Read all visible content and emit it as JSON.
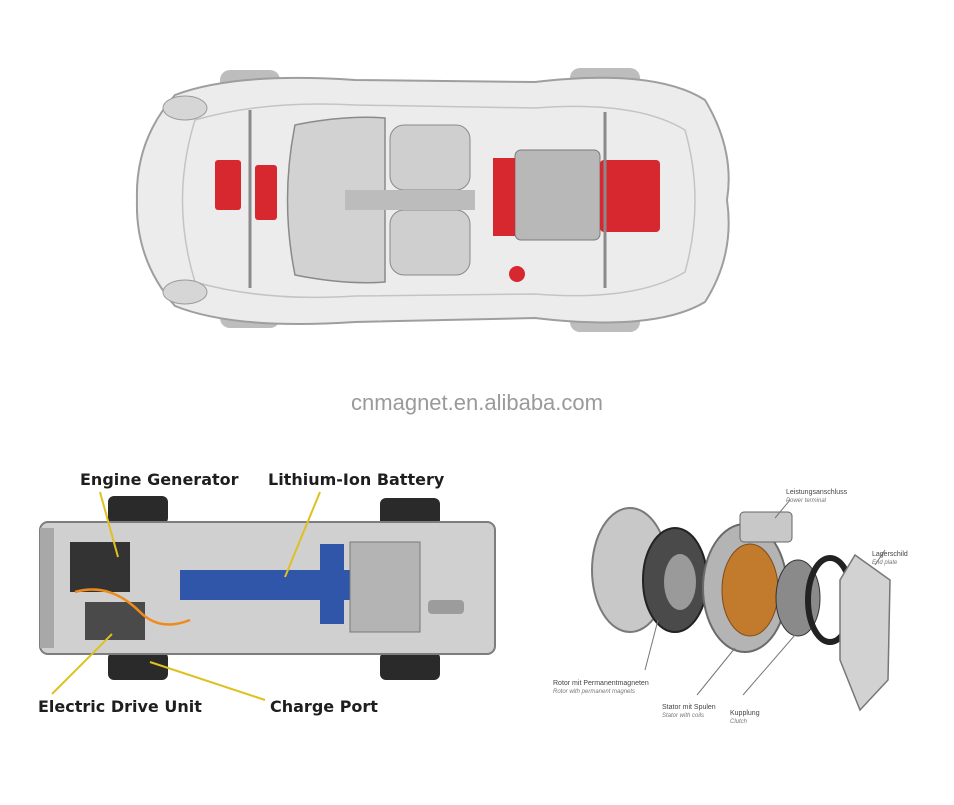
{
  "watermark": "cnmagnet.en.alibaba.com",
  "chassis_labels": {
    "engine_generator": "Engine Generator",
    "battery": "Lithium-Ion Battery",
    "drive_unit": "Electric Drive Unit",
    "charge_port": "Charge Port"
  },
  "motor_labels": {
    "power_terminal_de": "Leistungsanschluss",
    "power_terminal_en": "Power terminal",
    "end_plate_de": "Lagerschild",
    "end_plate_en": "End plate",
    "rotor_de": "Rotor mit Permanentmagneten",
    "rotor_en": "Rotor with permanent magnets",
    "stator_de": "Stator mit Spulen",
    "stator_en": "Stator with coils",
    "clutch_de": "Kupplung",
    "clutch_en": "Clutch"
  },
  "colors": {
    "highlight_red": "#d8282f",
    "battery_blue": "#2f56a8",
    "body_gray": "#e6e6e6"
  }
}
